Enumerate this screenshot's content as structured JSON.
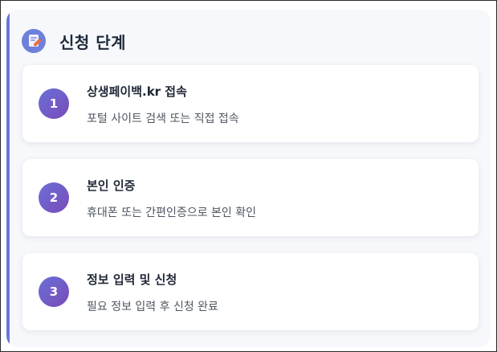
{
  "section": {
    "title": "신청 단계",
    "icon": "document-pen-icon",
    "accent_color": "#6b78d9"
  },
  "steps": [
    {
      "number": "1",
      "title": "상생페이백.kr 접속",
      "description": "포털 사이트 검색 또는 직접 접속"
    },
    {
      "number": "2",
      "title": "본인 인증",
      "description": "휴대폰 또는 간편인증으로 본인 확인"
    },
    {
      "number": "3",
      "title": "정보 입력 및 신청",
      "description": "필요 정보 입력 후 신청 완료"
    }
  ]
}
